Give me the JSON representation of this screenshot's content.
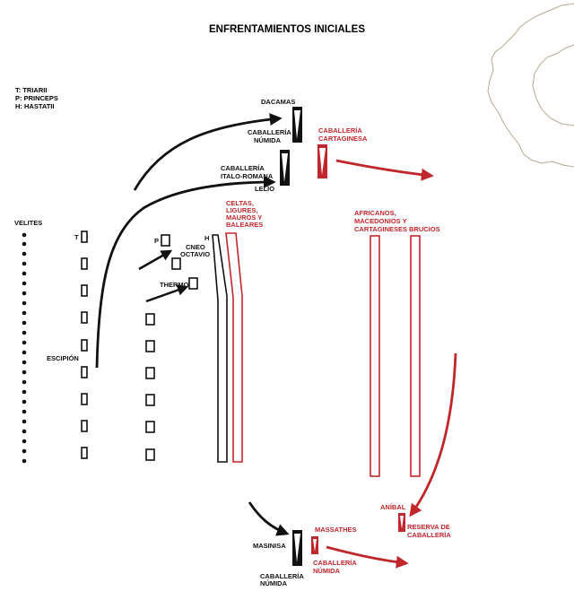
{
  "title": "ENFRENTAMIENTOS INICIALES",
  "legend": {
    "line1": "T: TRIARII",
    "line2": "P: PRINCEPS",
    "line3": "H: HASTATII"
  },
  "roman_labels": {
    "velites": "VELITES",
    "t": "T",
    "p": "P",
    "h": "H",
    "escipion": "ESCIPIÓN",
    "cneo": "CNEO",
    "octavio": "OCTAVIO",
    "thermo": "THERMO",
    "dacamas": "DACAMAS",
    "cab_numida_top_1": "CABALLERÍA",
    "cab_numida_top_2": "NÚMIDA",
    "cab_italo_1": "CABALLERÍA",
    "cab_italo_2": "ITALO-ROMANA",
    "lelio": "LELIO",
    "masinisa": "MASINISA",
    "cab_numida_bottom_1": "CABALLERÍA",
    "cab_numida_bottom_2": "NÚMIDA"
  },
  "carthaginian_labels": {
    "cab_cartaginesa_1": "CABALLERÍA",
    "cab_cartaginesa_2": "CARTAGINESA",
    "celtas_1": "CELTAS,",
    "celtas_2": "LIGURES,",
    "celtas_3": "MAUROS Y",
    "celtas_4": "BALEARES",
    "africanos_1": "AFRICANOS,",
    "africanos_2": "MACEDONIOS Y",
    "africanos_3": "CARTAGINESES",
    "brucios": "BRUCIOS",
    "anibal": "ANÍBAL",
    "reserva_1": "RESERVA DE",
    "reserva_2": "CABALLERÍA",
    "massathes": "MASSATHES",
    "cab_numida_red_1": "CABALLERÍA",
    "cab_numida_red_2": "NÚMIDA"
  },
  "colors": {
    "roman": "#111111",
    "carthaginian": "#c0272d",
    "terrain": "#b8a890"
  }
}
